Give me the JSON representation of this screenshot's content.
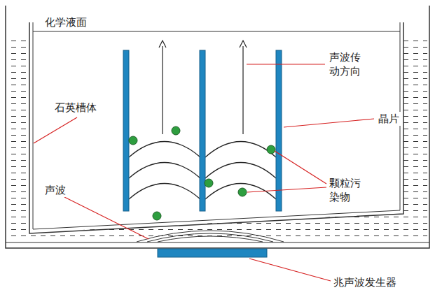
{
  "diagram": {
    "labels": [
      "化学液面",
      "石英槽体",
      "声波传 动方向",
      "晶片",
      "颗粒污 染物",
      "声波",
      "兆声波发生器"
    ]
  }
}
